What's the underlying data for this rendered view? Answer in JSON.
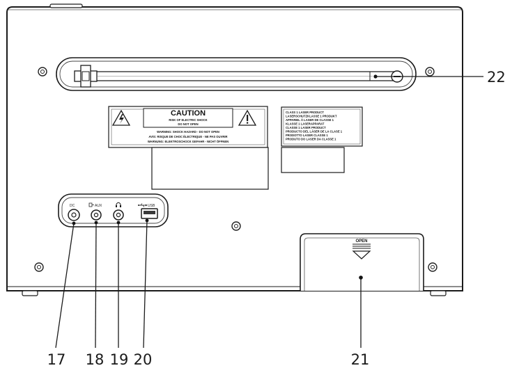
{
  "device": {
    "caution_title": "CAUTION",
    "caution_lines": [
      "RISK OF ELECTRIC SHOCK",
      "DO NOT OPEN",
      "WARNING: SHOCK HAZARD - DO NOT OPEN",
      "AVIS: RISQUE DE CHOC ÉLECTRIQUE - NE PAS OUVRIR",
      "WARNUNG: ELEKTROSCHOCK GEFAHR - NICHT ÖFFNEN"
    ],
    "laser_lines": [
      "CLASS 1 LASER PRODUCT",
      "LASERSCHUTZKLASSE 1 PRODUKT",
      "APPAREIL À LASER DE CLASSE 1",
      "KLASSE 1 LASERAPPARAT",
      "CLASSE 1 LASER PRODUCT",
      "PRODUCTO DEL LÁSER DE LA CLASE 1",
      "PRODOTTO LASER CLASSE 1",
      "PRODUTO DO LASER DA CLASSE 1"
    ],
    "ports": {
      "dc": "DC",
      "aux": "AUX",
      "usb": "USB"
    },
    "door_label": "OPEN"
  },
  "callouts": {
    "c17": "17",
    "c18": "18",
    "c19": "19",
    "c20": "20",
    "c21": "21",
    "c22": "22"
  }
}
